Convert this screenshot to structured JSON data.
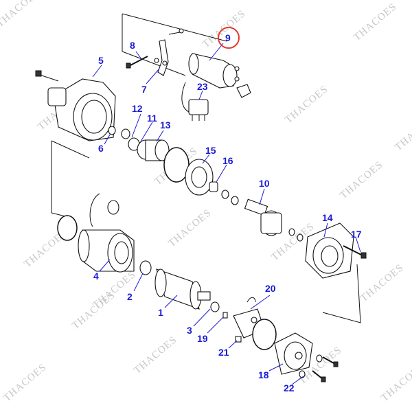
{
  "diagram": {
    "watermark": "THACOES",
    "highlight_color": "#e23b2e",
    "label_color": "#1a1ad6",
    "highlighted_label": "9",
    "labels": [
      "1",
      "2",
      "3",
      "4",
      "5",
      "6",
      "7",
      "8",
      "9",
      "10",
      "11",
      "12",
      "13",
      "14",
      "15",
      "16",
      "17",
      "18",
      "19",
      "20",
      "21",
      "22",
      "23"
    ]
  }
}
